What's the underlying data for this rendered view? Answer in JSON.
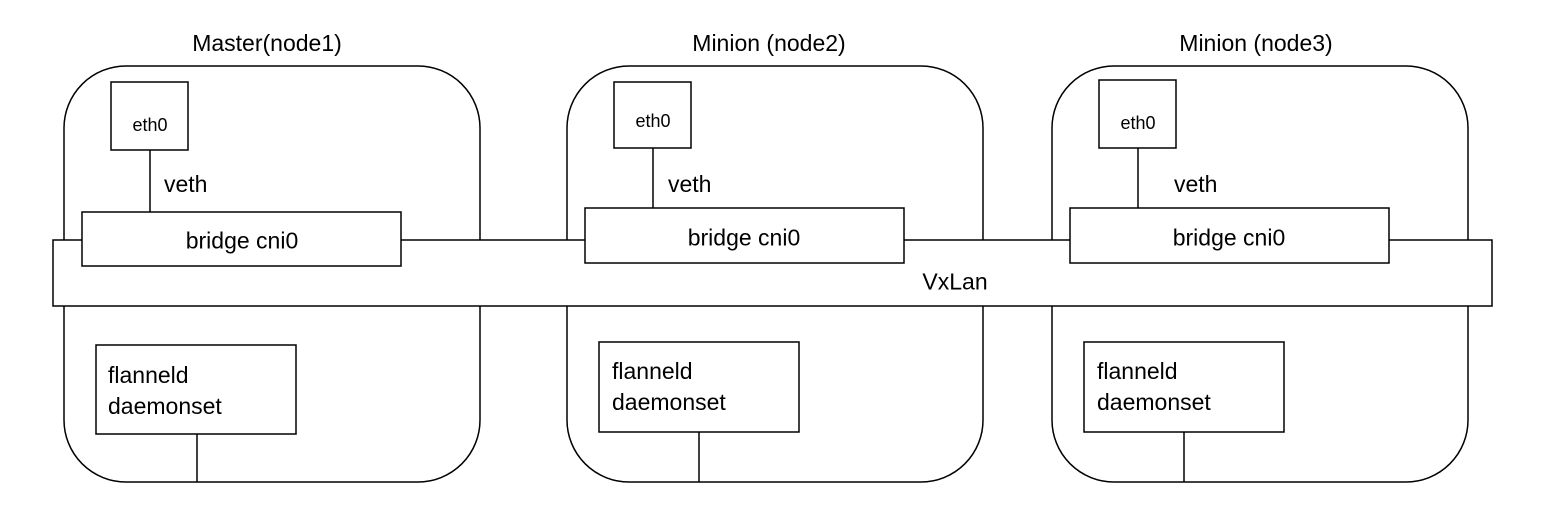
{
  "nodes": [
    {
      "title": "Master(node1)",
      "eth": "eth0",
      "veth": "veth",
      "bridge": "bridge cni0",
      "flannel_line1": "flanneld",
      "flannel_line2": "daemonset"
    },
    {
      "title": "Minion (node2)",
      "eth": "eth0",
      "veth": "veth",
      "bridge": "bridge cni0",
      "flannel_line1": "flanneld",
      "flannel_line2": "daemonset"
    },
    {
      "title": "Minion (node3)",
      "eth": "eth0",
      "veth": "veth",
      "bridge": "bridge cni0",
      "flannel_line1": "flanneld",
      "flannel_line2": "daemonset"
    }
  ],
  "network": {
    "vxlan_label": "VxLan"
  },
  "colors": {
    "stroke": "#000000",
    "fill": "#ffffff",
    "text": "#000000"
  }
}
